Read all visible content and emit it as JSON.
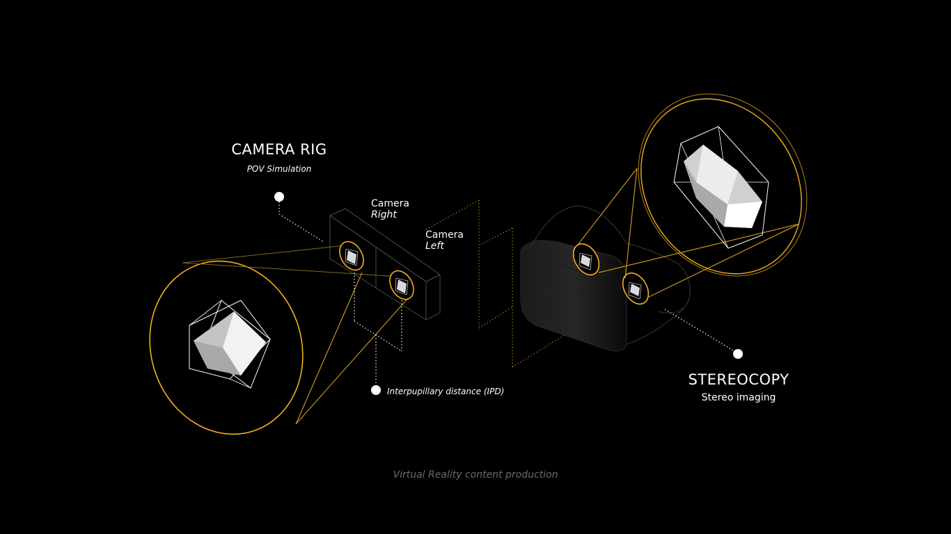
{
  "labels": {
    "camera_rig_title": "CAMERA RIG",
    "camera_rig_subtitle": "POV Simulation",
    "camera_right_title": "Camera",
    "camera_right_sub": "Right",
    "camera_left_title": "Camera",
    "camera_left_sub": "Left",
    "ipd": "Interpupillary distance (IPD)",
    "stereocopy_title": "STEREOCOPY",
    "stereocopy_subtitle": "Stereo imaging",
    "footer": "Virtual Reality content production"
  },
  "colors": {
    "background": "#000000",
    "accent": "#f2b21c",
    "line": "#ffffff",
    "muted_text": "#6b6b6b",
    "headset": "#2a2a2a"
  }
}
